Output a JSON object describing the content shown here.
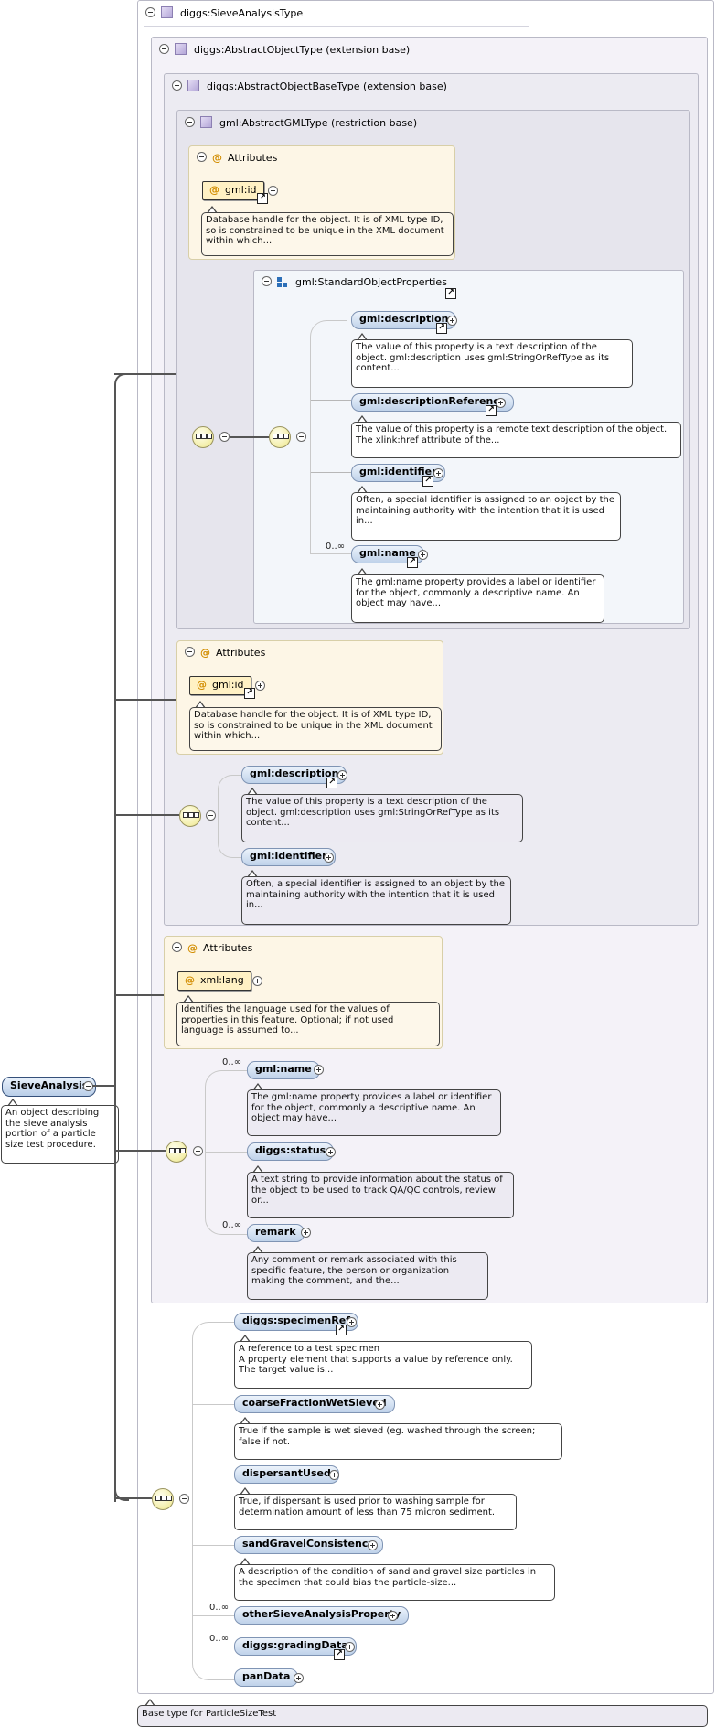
{
  "root": {
    "name": "SieveAnalysis",
    "doc": "An object describing the sieve analysis portion of a particle size test procedure."
  },
  "type": {
    "title": "diggs:SieveAnalysisType",
    "base_doc": "Base type for ParticleSizeTest"
  },
  "abstract_object": {
    "title": "diggs:AbstractObjectType (extension base)"
  },
  "abstract_object_base": {
    "title": "diggs:AbstractObjectBaseType (extension base)"
  },
  "abstract_gml": {
    "title": "gml:AbstractGMLType (restriction base)"
  },
  "attributes_label": "Attributes",
  "gml_attrs": {
    "name": "gml:id",
    "doc": "Database handle for the object. It is of XML type ID, so is constrained to be unique in the XML document within which..."
  },
  "std_props": {
    "title": "gml:StandardObjectProperties",
    "items": [
      {
        "name": "gml:description",
        "mult": "",
        "doc": "The value of this property is a text description of the object. gml:description uses gml:StringOrRefType as its content..."
      },
      {
        "name": "gml:descriptionReference",
        "mult": "",
        "doc": "The value of this property is a remote text description of the object. The xlink:href attribute of the..."
      },
      {
        "name": "gml:identifier",
        "mult": "",
        "doc": "Often, a special identifier is assigned to an object by the maintaining authority with the intention that it is used in..."
      },
      {
        "name": "gml:name",
        "mult": "0..∞",
        "doc": "The gml:name property provides a label or identifier for the object, commonly a descriptive name. An object may have..."
      }
    ]
  },
  "base_attrs": {
    "name": "gml:id",
    "doc": "Database handle for the object. It is of XML type ID, so is constrained to be unique in the XML document within which..."
  },
  "base_seq": [
    {
      "name": "gml:description",
      "doc": "The value of this property is a text description of the object. gml:description uses gml:StringOrRefType as its content..."
    },
    {
      "name": "gml:identifier",
      "doc": "Often, a special identifier is assigned to an object by the maintaining authority with the intention that it is used in..."
    }
  ],
  "obj_attrs": {
    "name": "xml:lang",
    "doc": "Identifies the language used for the values of properties in this feature. Optional; if not used language is assumed to..."
  },
  "obj_seq": [
    {
      "name": "gml:name",
      "mult": "0..∞",
      "doc": "The gml:name property provides a label or identifier for the object, commonly a descriptive name. An object may have..."
    },
    {
      "name": "diggs:status",
      "mult": "",
      "doc": "A text string to provide information about the status of the object to be used to track QA/QC controls, review or..."
    },
    {
      "name": "remark",
      "mult": "0..∞",
      "doc": "Any comment or remark associated with this specific feature, the person or organization making the comment, and the..."
    }
  ],
  "sieve_seq": [
    {
      "name": "diggs:specimenRef",
      "mult": "",
      "doc_lines": [
        "A reference to a test specimen",
        "A property element that supports a value by reference only.",
        "The target value is..."
      ]
    },
    {
      "name": "coarseFractionWetSieved",
      "mult": "",
      "doc": "True if the sample is wet sieved (eg. washed through the screen; false if not."
    },
    {
      "name": "dispersantUsed",
      "mult": "",
      "doc": "True, if dispersant is used prior to washing sample for determination amount of less than 75 micron sediment."
    },
    {
      "name": "sandGravelConsistency",
      "mult": "",
      "doc": "A description of the condition of sand and gravel size particles in the specimen that could bias the particle-size..."
    },
    {
      "name": "otherSieveAnalysisProperty",
      "mult": "0..∞"
    },
    {
      "name": "diggs:gradingData",
      "mult": "0..∞"
    },
    {
      "name": "panData",
      "mult": ""
    }
  ],
  "colors": {
    "element_fill": "#c6d8ee",
    "attribute_fill": "#fff1c4",
    "compositor": "#f3eea8"
  }
}
